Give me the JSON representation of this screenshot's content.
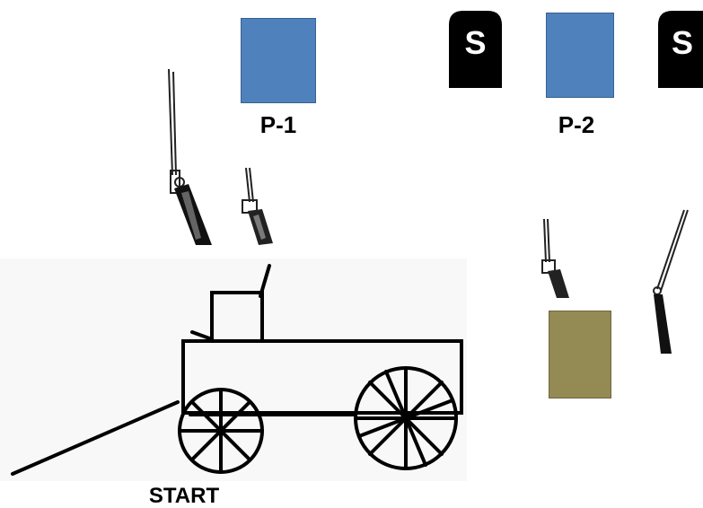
{
  "targets": {
    "p1_label": "P-1",
    "p2_label": "P-2",
    "steel_letter": "S"
  },
  "start_label": "START",
  "colors": {
    "paper_target": "#4f81bd",
    "shotgun_target": "#948a54",
    "steel_plate": "#000000",
    "wagon_line": "#000000"
  },
  "icons": {
    "rifle": "rifle-icon",
    "pistol": "pistol-icon",
    "shotgun": "shotgun-icon",
    "wagon": "wagon-icon"
  }
}
